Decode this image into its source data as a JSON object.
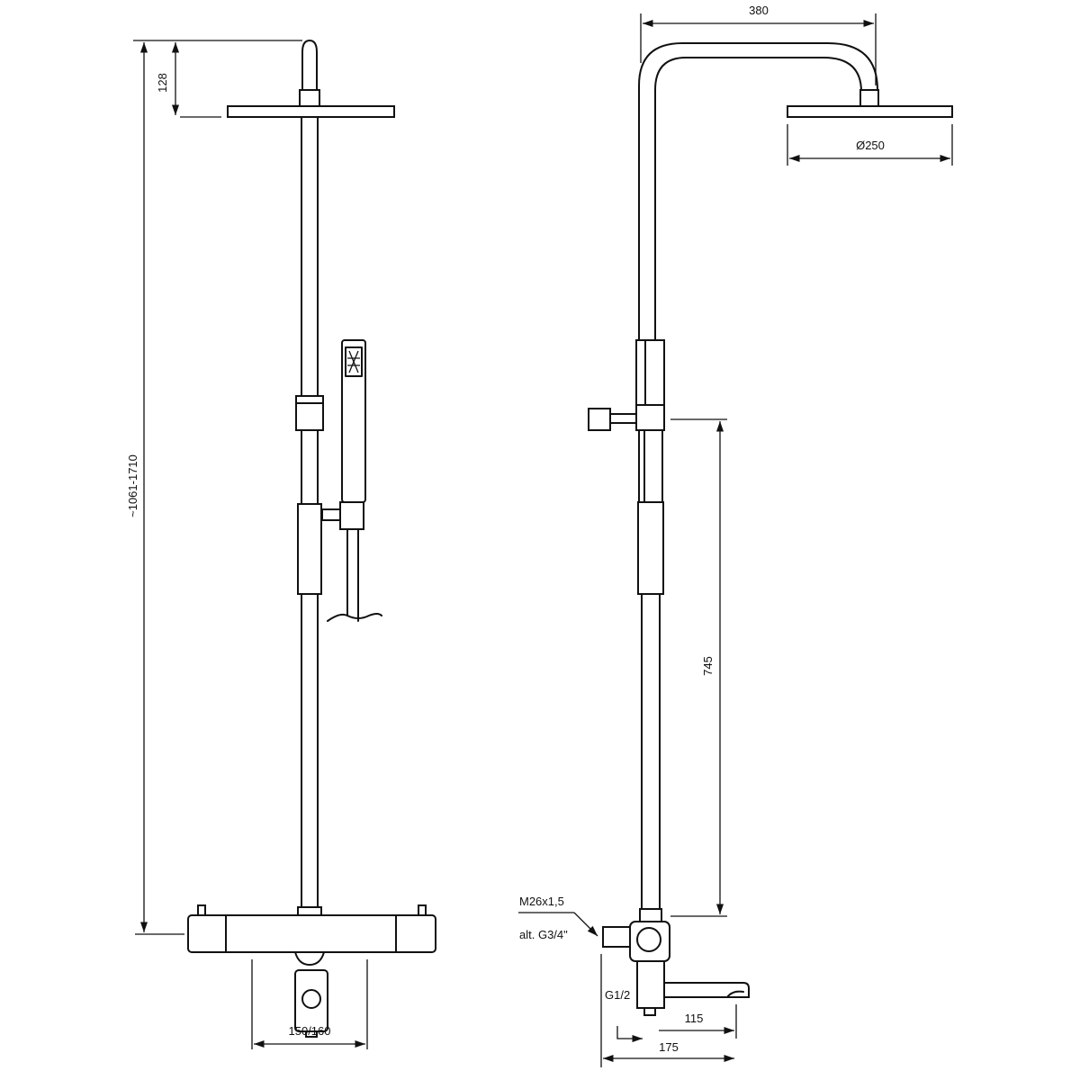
{
  "dimensions": {
    "head_drop": "128",
    "total_height": "~1061-1710",
    "spout_centers": "150/160",
    "arm_reach": "380",
    "head_diameter": "Ø250",
    "slide_rail": "745",
    "spout_reach": "115",
    "total_depth": "175"
  },
  "labels": {
    "thread_main": "M26x1,5",
    "thread_alt": "alt. G3/4\"",
    "thread_outlet": "G1/2"
  }
}
